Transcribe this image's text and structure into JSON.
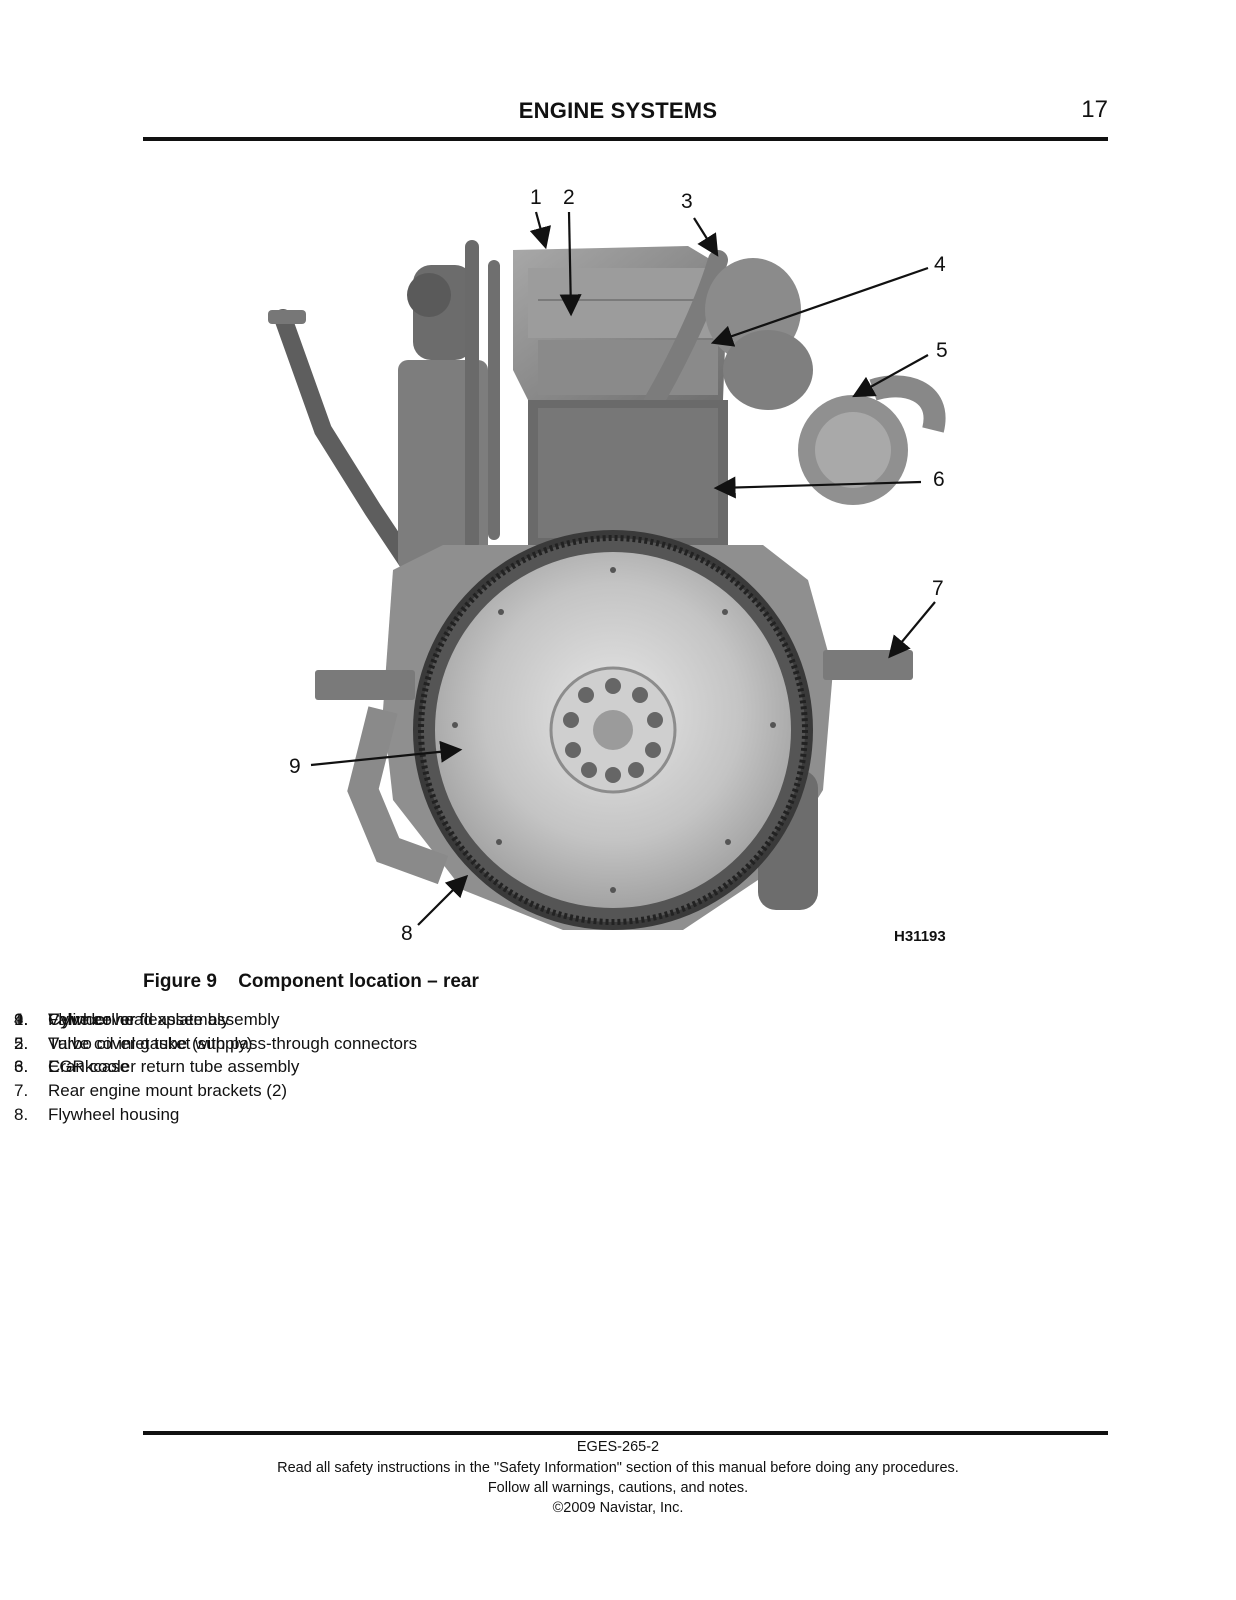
{
  "header": {
    "title": "ENGINE SYSTEMS",
    "page_number": "17"
  },
  "figure": {
    "callouts": [
      "1",
      "2",
      "3",
      "4",
      "5",
      "6",
      "7",
      "8",
      "9"
    ],
    "image_id": "H31193",
    "caption_number": "Figure 9",
    "caption_text": "Component location – rear"
  },
  "legend": {
    "col1": [
      {
        "num": "1.",
        "text": "Valve cover"
      },
      {
        "num": "2.",
        "text": "Valve cover gasket with pass-through connectors"
      },
      {
        "num": "3.",
        "text": "EGR cooler return tube assembly"
      }
    ],
    "col2": [
      {
        "num": "4.",
        "text": "Cylinder head assembly"
      },
      {
        "num": "5.",
        "text": "Turbo oil inlet tube (supply)"
      },
      {
        "num": "6.",
        "text": "Crankcase"
      },
      {
        "num": "7.",
        "text": "Rear engine mount brackets (2)"
      },
      {
        "num": "8.",
        "text": "Flywheel housing"
      }
    ],
    "col3": [
      {
        "num": "9.",
        "text": "Flywheel or flexplate assembly"
      }
    ]
  },
  "footer": {
    "doc_code": "EGES-265-2",
    "safety_line": "Read all safety instructions in the \"Safety Information\" section of this manual before doing any procedures.",
    "warnings_line": "Follow all warnings, cautions, and notes.",
    "copyright": "©2009 Navistar, Inc."
  }
}
